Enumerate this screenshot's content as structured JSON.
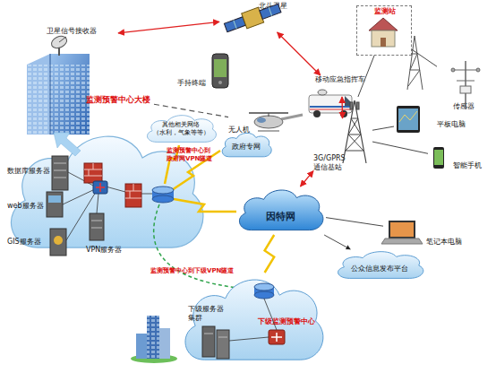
{
  "diagram": {
    "nodes": [
      {
        "text": [
          "卫星信号接收器"
        ]
      },
      {
        "text": [
          "北斗卫星"
        ]
      },
      {
        "text": [
          "监测站"
        ]
      },
      {
        "text": [
          "手持终端"
        ]
      },
      {
        "text": [
          "移动应急指挥车"
        ]
      },
      {
        "text": [
          "传感器"
        ]
      },
      {
        "text": [
          "监测预警中心大楼"
        ]
      },
      {
        "text": [
          "无人机"
        ]
      },
      {
        "text": [
          "平板电脑"
        ]
      },
      {
        "text": [
          "其他相关网络 （水利，气象等等）"
        ]
      },
      {
        "text": [
          "政府专网"
        ]
      },
      {
        "text": [
          "3G/GPRS 通信基站"
        ]
      },
      {
        "text": [
          "智能手机"
        ]
      },
      {
        "text": [
          "数据库服务器"
        ]
      },
      {
        "text": [
          "web服务器"
        ]
      },
      {
        "text": [
          "GIS服务器"
        ]
      },
      {
        "text": [
          "VPN服务器"
        ]
      },
      {
        "text": [
          "因特网"
        ]
      },
      {
        "text": [
          "笔记本电脑"
        ]
      },
      {
        "text": [
          "公众信息发布平台"
        ]
      },
      {
        "text": [
          "下级服务器 集群",
          "下级监测预警中心"
        ]
      }
    ],
    "edges": [
      {
        "from": 0,
        "to": 1,
        "arrow": "both"
      },
      {
        "from": 1,
        "to": 4,
        "arrow": "both"
      },
      {
        "from": 5,
        "to": 2,
        "arrow": "none"
      },
      {
        "from": 2,
        "to": 11,
        "arrow": "none"
      },
      {
        "from": 4,
        "to": 11,
        "arrow": "both"
      },
      {
        "from": 11,
        "to": 8,
        "arrow": "none"
      },
      {
        "from": 11,
        "to": 12,
        "arrow": "none"
      },
      {
        "from": 6,
        "to": 7,
        "arrow": "none"
      },
      {
        "from": 11,
        "to": 17,
        "arrow": "both"
      },
      {
        "from": 17,
        "to": 18,
        "arrow": "none"
      },
      {
        "from": 17,
        "to": 19,
        "arrow": "to"
      },
      {
        "from": 17,
        "to": 20,
        "arrow": "none"
      }
    ],
    "labels": [
      "监测预警中心到 政府网VPN隧道",
      "监测预警中心到下级VPN隧道"
    ]
  }
}
